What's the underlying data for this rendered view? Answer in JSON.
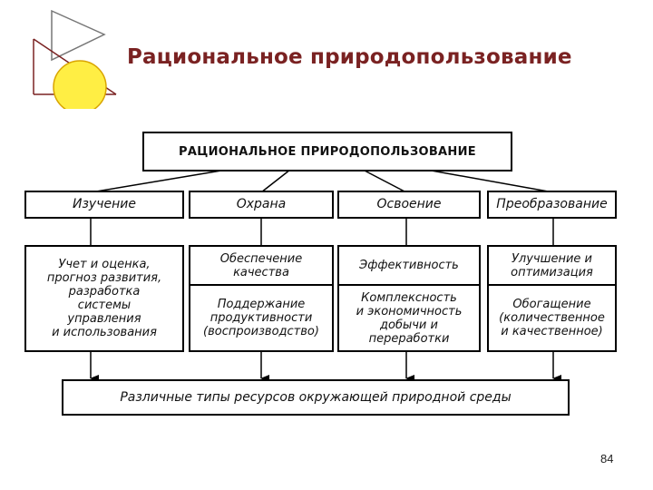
{
  "slide": {
    "title": "Рациональное природопользование",
    "page_number": "84"
  },
  "diagram": {
    "top": "РАЦИОНАЛЬНОЕ ПРИРОДОПОЛЬЗОВАНИЕ",
    "categories": [
      "Изучение",
      "Охрана",
      "Освоение",
      "Преобразование"
    ],
    "study": "Учет и оценка,\nпрогноз развития,\nразработка\nсистемы\nуправления\nи использования",
    "protection": {
      "quality": "Обеспечение\nкачества",
      "productivity": "Поддержание\nпродуктивности\n(воспроизводство)"
    },
    "development": {
      "efficiency": "Эффективность",
      "complexity": "Комплексность\nи экономичность\nдобычи и\nпереработки"
    },
    "transformation": {
      "improvement": "Улучшение и\nоптимизация",
      "enrichment": "Обогащение\n(количественное\nи качественное)"
    },
    "bottom": "Различные типы ресурсов окружающей природной среды"
  },
  "colors": {
    "title": "#7a2222",
    "decor_line": "#7a2222",
    "decor_circle": "#ffee44",
    "decor_circle_stroke": "#d9a400"
  }
}
